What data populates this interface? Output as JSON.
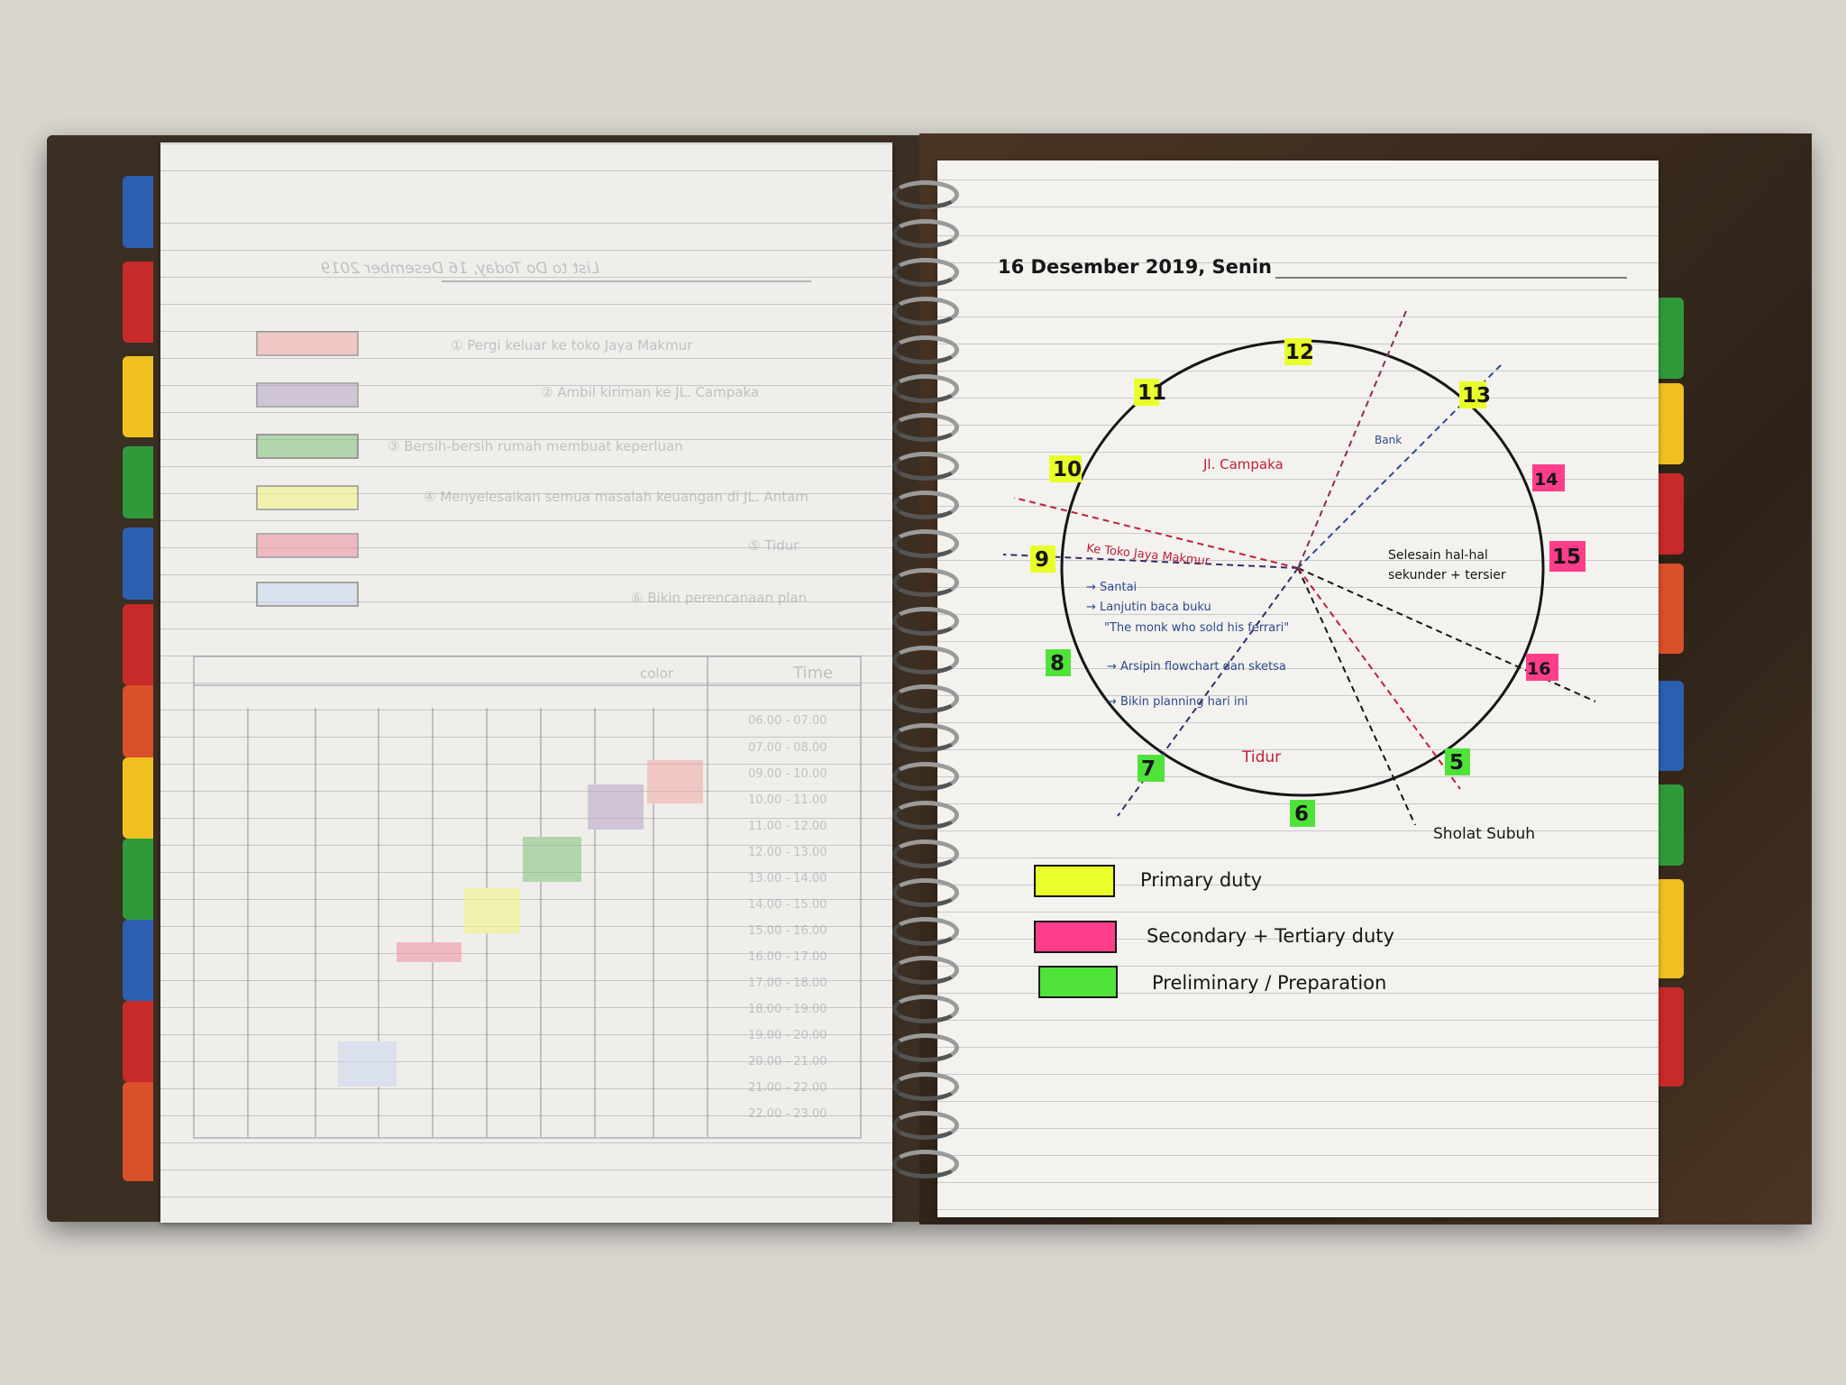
{
  "left_page": {
    "title": "List to Do Today, 16 Desember 2019",
    "todo_items": [
      "① Pergi keluar ke toko Jaya Makmur",
      "② Ambil kiriman ke JL. Campaka",
      "③ Bersih-bersih rumah membuat keperluan",
      "④ Menyelesaikan semua masalah keuangan di JL. Antam",
      "⑤ Tidur",
      "⑥ Bikin perencanaan plan"
    ],
    "table_headers": {
      "time": "Time",
      "color": "color"
    },
    "time_slots": [
      "06.00 - 07.00",
      "07.00 - 08.00",
      "09.00 - 10.00",
      "10.00 - 11.00",
      "11.00 - 12.00",
      "12.00 - 13.00",
      "13.00 - 14.00",
      "14.00 - 15.00",
      "15.00 - 16.00",
      "16.00 - 17.00",
      "17.00 - 18.00",
      "18.00 - 19.00",
      "19.00 - 20.00",
      "20.00 - 21.00",
      "21.00 - 22.00",
      "22.00 - 23.00"
    ]
  },
  "right_page": {
    "date_heading": "16 Desember 2019, Senin",
    "clock_numbers": [
      "12",
      "11",
      "10",
      "9",
      "8",
      "7",
      "6",
      "5",
      "16",
      "15",
      "14",
      "13"
    ],
    "region_labels": {
      "campaka": "Jl. Campaka",
      "bank": "Bank",
      "toko": "Ke Toko Jaya Makmur",
      "selesai": "Selesain hal-hal sekunder + tersier",
      "tidur": "Tidur",
      "sholat": "Sholat Subuh"
    },
    "notes": [
      "→ Santai",
      "→ Lanjutin baca buku",
      "\"The monk who sold his ferrari\"",
      "→ Arsipin flowchart dan sketsa",
      "→ Bikin planning hari ini"
    ],
    "legend": [
      {
        "label": "Primary duty",
        "color": "#e9ff2a"
      },
      {
        "label": "Secondary + Tertiary duty",
        "color": "#ff3d8a"
      },
      {
        "label": "Preliminary / Preparation",
        "color": "#4fe33a"
      }
    ]
  },
  "colors": {
    "ink": "#161616",
    "pen_red": "#c0203a",
    "pen_blue": "#2b4a8f",
    "highlight_yellow": "#e9ff2a",
    "highlight_pink": "#ff3d8a",
    "highlight_green": "#4fe33a"
  }
}
